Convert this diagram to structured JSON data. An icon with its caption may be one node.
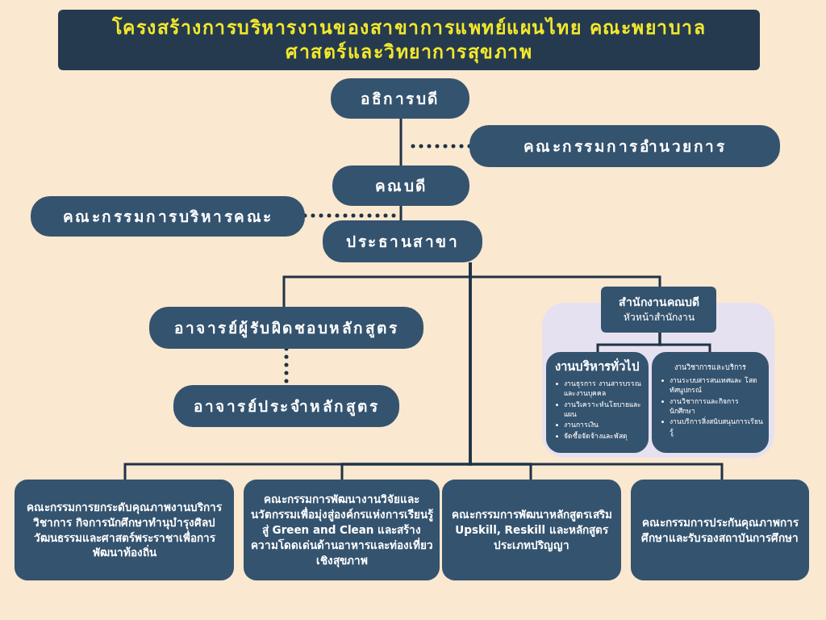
{
  "diagram": {
    "title": "โครงสร้างการบริหารงานของสาขาการแพทย์แผนไทย คณะพยาบาลศาสตร์และวิทยาการสุขภาพ",
    "nodes": [
      {
        "text": [
          "อธิการบดี"
        ]
      },
      {
        "text": [
          "คณะกรรมการอำนวยการ"
        ]
      },
      {
        "text": [
          "คณบดี"
        ]
      },
      {
        "text": [
          "คณะกรรมการบริหารคณะ"
        ]
      },
      {
        "text": [
          "ประธานสาขา"
        ]
      },
      {
        "text": [
          "อาจารย์ผู้รับผิดชอบหลักสูตร"
        ]
      },
      {
        "text": [
          "อาจารย์ประจำหลักสูตร"
        ]
      },
      {
        "text": [],
        "shape": "box"
      },
      {
        "text": [
          "สำนักงานคณบดี",
          "หัวหน้าสำนักงาน"
        ]
      },
      {
        "text": [
          "งานบริหารทั่วไป",
          "งานธุรการ งานสารบรรณและงานบุคคล",
          "งานวิเคราะห์นโยบายและแผน",
          "งานการเงิน",
          "จัดซื้อจัดจ้างและพัสดุ"
        ],
        "in": 7
      },
      {
        "text": [
          "งานวิชาการและบริการ",
          "งานระบบสารสนเทศและ โสตทัศนูปกรณ์",
          "งานวิชาการและกิจการนักศึกษา",
          "งานบริการสิ่งสนับสนุนการเรียนรู้"
        ],
        "in": 7
      },
      {
        "text": [
          "คณะกรรมการยกระดับคุณภาพงานบริการวิชาการ กิจการนักศึกษาทำนุบำรุงศิลปวัฒนธรรมและศาสตร์พระราชาเพื่อการพัฒนาท้องถิ่น"
        ]
      },
      {
        "text": [
          "คณะกรรมการพัฒนางานวิจัยและนวัตกรรมเพื่อมุ่งสู่องค์กรแห่งการเรียนรู้สู่ **Green and Clean** และสร้างความโดดเด่นด้านอาหารและท่องเที่ยวเชิงสุขภาพ"
        ]
      },
      {
        "text": [
          "คณะกรรมการพัฒนาหลักสูตรเสริม **Upskill, Reskill** และหลักสูตรประเภทปริญญา"
        ]
      },
      {
        "text": [
          "คณะกรรมการประกันคุณภาพการศึกษาและรับรองสถาบันการศึกษา"
        ]
      }
    ],
    "edges": [
      {
        "from": 0,
        "to": 2,
        "arrow": "none"
      },
      {
        "from": 1,
        "to": 2,
        "arrow": "none",
        "style": "dashed"
      },
      {
        "from": 2,
        "to": 4,
        "arrow": "none"
      },
      {
        "from": 3,
        "to": 4,
        "arrow": "none",
        "style": "dashed"
      },
      {
        "from": 4,
        "to": 5,
        "arrow": "none"
      },
      {
        "from": 4,
        "to": 8,
        "arrow": "none"
      },
      {
        "from": 5,
        "to": 6,
        "arrow": "none",
        "style": "dashed"
      },
      {
        "from": 4,
        "to": 11,
        "arrow": "none"
      },
      {
        "from": 4,
        "to": 12,
        "arrow": "none"
      },
      {
        "from": 4,
        "to": 13,
        "arrow": "none"
      },
      {
        "from": 4,
        "to": 14,
        "arrow": "none"
      },
      {
        "from": 8,
        "to": 9,
        "arrow": "none"
      },
      {
        "from": 8,
        "to": 10,
        "arrow": "none"
      }
    ]
  }
}
